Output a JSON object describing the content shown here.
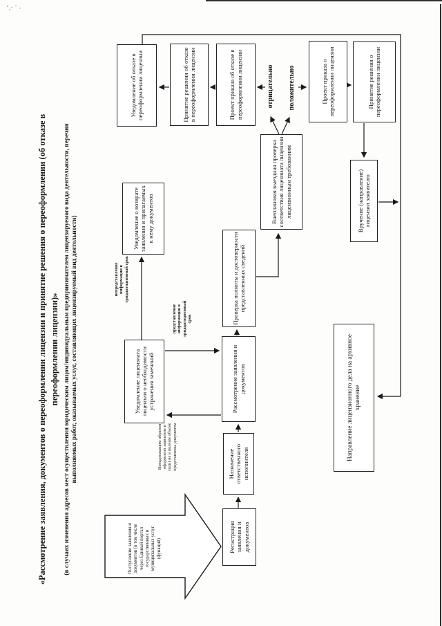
{
  "title": {
    "line1": "«Рассмотрение заявления, документов о переоформлении лицензии и принятие решения о переоформлении (об отказе в",
    "line2": "переоформлении лицензии)»"
  },
  "subtitle": {
    "line1": "(в случаях изменения адресов мест осуществления юридическим лицом/индивидуальным предпринимателем лицензируемого вида деятельности, перечня",
    "line2": "выполняемых работ, оказываемых услуг, составляющих лицензируемый вид деятельности)"
  },
  "nodes": {
    "intake": "Поступление заявления и документов (в том числе через Единый портал государственных и муниципальных услуг (функций)",
    "registration": "Регистрация заявления и документов",
    "assign": "Назначение ответственного исполнителя",
    "review": "Рассмотрение заявления и документов",
    "notify_remarks": "Уведомление лицензиата лицензии о необходимости устранения замечаний",
    "return_notice": "Уведомление о возврате заявления и прилагаемых к нему документов",
    "completeness_check": "Проверка полноты и достоверности представленных сведений",
    "onsite_inspection": "Внеплановая выездная проверка соответствия лицензиата лицензии лицензионным требованиям",
    "refusal_notice": "Уведомление об отказе в переоформлении лицензии",
    "refusal_decision": "Принятие решения об отказе в переоформлении лицензии",
    "refusal_draft_order": "Проект приказа об отказе в переоформлении лицензии",
    "reissue_draft_order": "Проект приказа о переоформлении лицензии",
    "reissue_decision": "Принятие решения о переоформлении лицензии",
    "handover": "Вручение (направление) лицензии заявителю",
    "archive": "Направление лицензионного дела на архивное хранение"
  },
  "labels": {
    "improper": "Ненадлежащим образом оформлено заявление и (или) не в полном объеме представлены документы",
    "info_provided": "представление информации в тридцатидневный срок",
    "info_not_provided": "непредставление информации в тридцатидневный срок",
    "negative": "отрицательно",
    "positive": "положительно"
  },
  "colors": {
    "ink": "#1a1a1a",
    "paper": "#fdfdfc"
  }
}
